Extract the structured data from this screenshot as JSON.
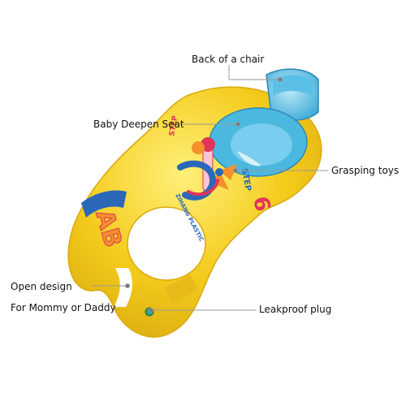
{
  "callouts": {
    "back_of_chair": "Back of a chair",
    "baby_deepen_seat": "Baby Deepen Seat",
    "grasping_toys": "Grasping toys",
    "open_design": "Open design",
    "for_mommy_or_daddy": "For Mommy or Daddy",
    "leakproof_plug": "Leakproof plug"
  },
  "float_print": {
    "brand": "ZIHANG PLASTIC",
    "step": "STEP",
    "step_number": "6",
    "letters": "AB"
  },
  "icons": [
    "inflatable-float-illustration",
    "leader-line",
    "leader-dot"
  ],
  "colors": {
    "float_yellow": "#f4cb1c",
    "float_shadow": "#d9a90e",
    "seat_blue": "#4bb8df",
    "backrest_blue": "#3aa9d6",
    "print_red": "#e0345a",
    "print_blue": "#2b68b8",
    "leader_gray": "#9a9a9a"
  }
}
